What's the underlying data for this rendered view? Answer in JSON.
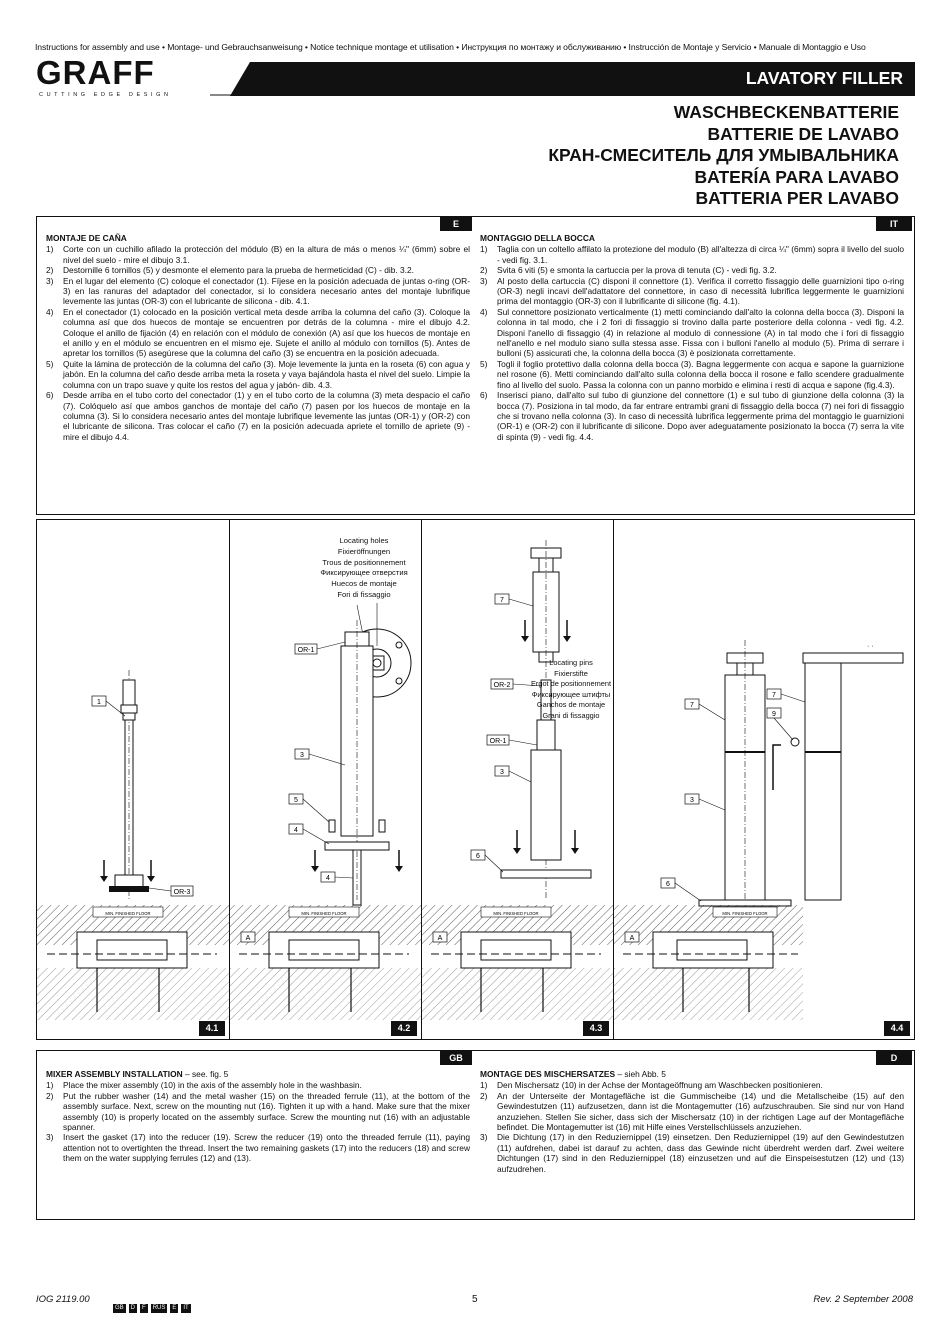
{
  "header": {
    "topline": "Instructions for assembly and use • Montage- und Gebrauchsanweisung • Notice technique montage et utilisation • Инструкция по монтажу и обслуживанию • Instrucción de Montaje y Servicio • Manuale di Montaggio e Uso",
    "logo": "GRAFF",
    "logo_tagline": "CUTTING EDGE DESIGN",
    "banner_title": "LAVATORY FILLER",
    "titles": [
      "WASCHBECKENBATTERIE",
      "BATTERIE DE LAVABO",
      "КРАН-СМЕСИТЕЛЬ ДЛЯ УМЫВАЛЬНИКА",
      "BATERÍA PARA LAVABO",
      "BATTERIA PER LAVABO"
    ]
  },
  "section_top": {
    "left_tag": "E",
    "right_tag": "IT",
    "es_title": "MONTAJE DE CAÑA",
    "es_items": [
      "Corte con un cuchillo afilado la protección del módulo (B) en la altura de más o menos ¼\" (6mm) sobre el nivel del suelo - mire el dibujo 3.1.",
      "Destornille 6 tornillos (5) y desmonte el elemento para la prueba de hermeticidad (C) - dib. 3.2.",
      "En el lugar del elemento (C) coloque el conectador (1). Fíjese en la posición adecuada de juntas o-ring (OR-3) en las ranuras del adaptador del conectador, si lo considera necesario antes del montaje lubrifique levemente las juntas (OR-3) con el lubricante de silicona - dib. 4.1.",
      "En el conectador (1) colocado en la posición vertical meta desde arriba la columna del caño (3). Coloque la columna así que dos huecos de montaje se encuentren por detrás de la columna - mire el dibujo 4.2. Coloque el anillo de fijación (4) en relación con el módulo de conexión (A) así que los huecos de montaje en el anillo y en el módulo se encuentren en el mismo eje. Sujete el anillo al módulo con tornillos (5). Antes de apretar los tornillos (5) asegúrese que la columna del caño (3) se encuentra en la posición adecuada.",
      "Quite la lámina de protección de la columna del caño (3). Moje levemente la junta en la roseta (6) con agua y jabón. En la columna del caño desde arriba meta la roseta y vaya bajándola hasta el nivel del suelo. Limpie la columna con un trapo suave y quite los restos del agua y jabón- dib. 4.3.",
      "Desde arriba en el tubo corto del conectador (1) y en el tubo corto de la columna (3) meta despacio el caño (7). Colóquelo así que ambos ganchos de montaje del caño (7) pasen por los huecos de montaje en la columna (3). Si lo considera necesario antes del montaje lubrifique levemente las juntas (OR-1) y (OR-2) con el lubricante de silicona. Tras colocar el caño (7) en la posición adecuada apriete el tornillo de apriete (9) - mire el dibujo 4.4."
    ],
    "it_title": "MONTAGGIO DELLA BOCCA",
    "it_items": [
      "Taglia con un coltello affilato la protezione del modulo (B) all'altezza di circa ¼\" (6mm) sopra il livello del suolo - vedi fig. 3.1.",
      "Svita 6 viti (5) e smonta la cartuccia per la prova di tenuta (C) - vedi fig. 3.2.",
      "Al posto della cartuccia (C) disponi il connettore (1). Verifica il corretto fissaggio delle guarnizioni tipo o-ring (OR-3) negli incavi dell'adattatore del connettore, in caso di necessità lubrifica leggermente le guarnizioni prima del montaggio (OR-3) con il lubrificante di silicone (fig. 4.1).",
      "Sul connettore posizionato verticalmente (1) metti cominciando dall'alto la colonna della bocca (3). Disponi la colonna in tal modo, che i 2 fori di fissaggio si trovino dalla parte posteriore della colonna - vedi fig. 4.2. Disponi l'anello di fissaggio (4) in relazione al modulo di connessione (A) in tal modo che i fori di fissaggio nell'anello e nel modulo siano sulla stessa asse. Fissa con i bulloni l'anello al modulo (5). Prima di serrare i bulloni (5) assicurati che, la colonna della bocca (3) è posizionata correttamente.",
      "Togli il foglio protettivo dalla colonna della bocca (3). Bagna leggermente con acqua e sapone la guarnizione nel rosone (6). Metti cominciando dall'alto sulla colonna della bocca il rosone e fallo scendere gradualmente fino al livello del suolo. Passa la colonna con un panno morbido e elimina i resti di acqua e sapone (fig.4.3).",
      "Inserisci piano, dall'alto sul tubo di giunzione del connettore (1) e sul tubo di giunzione della colonna (3) la bocca (7). Posiziona in tal modo, da far entrare entrambi grani di fissaggio della bocca (7) nei fori di fissaggio che si trovano nella colonna (3). In caso di necessità lubrifica leggermente prima del montaggio le guarnizioni (OR-1) e (OR-2) con il lubrificante di silicone. Dopo aver adeguatamente posizionato la bocca (7) serra la vite di spinta (9) - vedi fig. 4.4."
    ]
  },
  "figures": {
    "labels": [
      "4.1",
      "4.2",
      "4.3",
      "4.4"
    ],
    "locating_holes": [
      "Locating holes",
      "Fixieröffnungen",
      "Trous de positionnement",
      "Фиксирующее отверстия",
      "Huecos de montaje",
      "Fori di fissaggio"
    ],
    "locating_pins": [
      "Locating pins",
      "Fixierstifte",
      "Ergot de positionnement",
      "Фиксирующее штифты",
      "Ganchos de montaje",
      "Grani di fissaggio"
    ],
    "floor_text": "MIN. FINISHED FLOOR",
    "callouts": {
      "one": "1",
      "three": "3",
      "four": "4",
      "five": "5",
      "six": "6",
      "seven": "7",
      "nine": "9",
      "or1": "OR-1",
      "or2": "OR-2",
      "or3": "OR-3",
      "a": "A"
    }
  },
  "section_bottom": {
    "left_tag": "GB",
    "right_tag": "D",
    "gb_title": "MIXER ASSEMBLY INSTALLATION",
    "gb_title_suffix": " – see. fig. 5",
    "gb_items": [
      "Place the mixer assembly (10) in the axis of the assembly hole in the washbasin.",
      "Put the rubber washer (14) and the metal washer (15) on the threaded ferrule (11), at the bottom of the assembly surface. Next, screw on the mounting nut (16). Tighten it up with a hand. Make sure that the mixer assembly (10) is properly located on the assembly surface. Screw the mounting nut (16) with an adjustable spanner.",
      "Insert the gasket (17) into the reducer (19). Screw the reducer (19) onto the threaded ferrule (11), paying attention not to overtighten the thread. Insert the two remaining gaskets (17) into the reducers (18) and screw them on the water supplying ferrules (12) and (13)."
    ],
    "d_title": "MONTAGE DES MISCHERSATZES",
    "d_title_suffix": " – sieh Abb. 5",
    "d_items": [
      "Den Mischersatz (10) in der Achse der Montageöffnung am Waschbecken positionieren.",
      "An der Unterseite der Montagefläche ist die Gummischeibe (14) und die Metallscheibe (15) auf den Gewindestutzen (11) aufzusetzen, dann ist die Montagemutter (16) aufzuschrauben. Sie sind nur von Hand anzuziehen. Stellen Sie sicher, dass sich der Mischersatz (10) in der richtigen Lage auf der Montagefläche befindet. Die Montagemutter ist (16) mit Hilfe eines Verstellschlüssels anzuziehen.",
      "Die Dichtung (17) in den Reduziernippel (19) einsetzen. Den Reduziernippel (19) auf den Gewindestutzen (11) aufdrehen, dabei ist darauf zu achten, dass das Gewinde nicht überdreht werden darf. Zwei weitere Dichtungen (17) sind in den Reduziernippel (18) einzusetzen und auf die Einspeisestutzen (12) und (13) aufzudrehen."
    ]
  },
  "footer": {
    "doc_code": "IOG 2119.00",
    "languages": [
      "GB",
      "D",
      "F",
      "RUS",
      "E",
      "IT"
    ],
    "page": "5",
    "revision": "Rev. 2 September 2008"
  }
}
